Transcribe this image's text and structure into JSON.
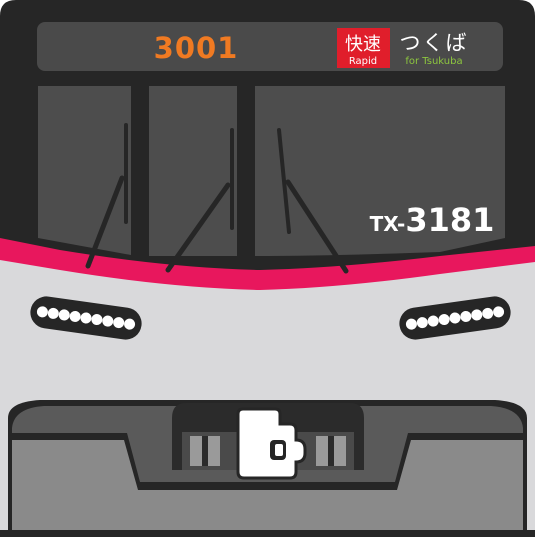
{
  "destination_board": {
    "train_number": "3001",
    "service_type": "快速",
    "service_type_romaji": "Rapid",
    "destination": "つくば",
    "destination_romaji": "for Tsukuba"
  },
  "car_number": {
    "prefix": "TX-",
    "number": "3181"
  },
  "colors": {
    "body": "#2b2b2b",
    "skirt": "#d9d9db",
    "accent_stripe": "#e8175d",
    "train_number": "#f07a22",
    "service_badge": "#e01e2b",
    "destination_romaji": "#8dc63f",
    "window": "#4d4d4d"
  }
}
